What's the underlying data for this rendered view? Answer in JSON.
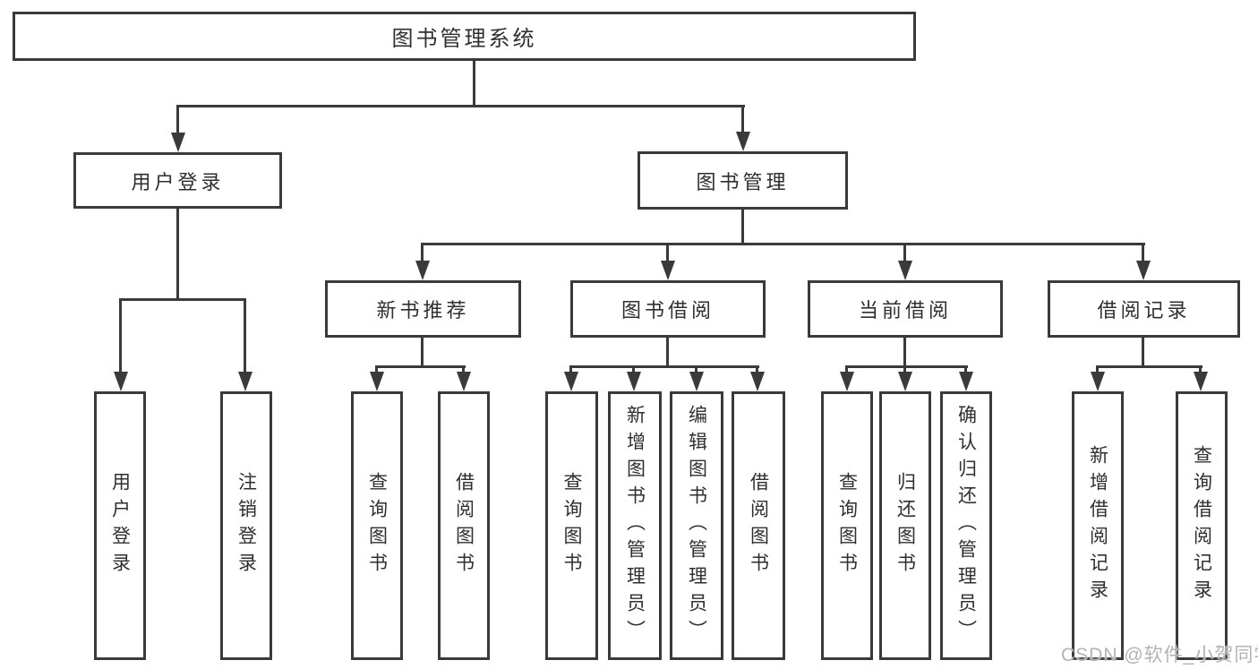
{
  "tree": {
    "root": {
      "label": "图书管理系统"
    },
    "branches": [
      {
        "label": "用户登录",
        "leaves": [
          {
            "label": "用户登录"
          },
          {
            "label": "注销登录"
          }
        ]
      },
      {
        "label": "图书管理",
        "children": [
          {
            "label": "新书推荐",
            "leaves": [
              {
                "label": "查询图书"
              },
              {
                "label": "借阅图书"
              }
            ]
          },
          {
            "label": "图书借阅",
            "leaves": [
              {
                "label": "查询图书"
              },
              {
                "label": "新增图书（管理员）"
              },
              {
                "label": "编辑图书（管理员）"
              },
              {
                "label": "借阅图书"
              }
            ]
          },
          {
            "label": "当前借阅",
            "leaves": [
              {
                "label": "查询图书"
              },
              {
                "label": "归还图书"
              },
              {
                "label": "确认归还（管理员）"
              }
            ]
          },
          {
            "label": "借阅记录",
            "leaves": [
              {
                "label": "新增借阅记录"
              },
              {
                "label": "查询借阅记录"
              }
            ]
          }
        ]
      }
    ]
  },
  "watermark": {
    "text": "CSDN @软件_小贺同学"
  },
  "colors": {
    "line": "#3a3a3a",
    "text": "#2f2f2f",
    "background": "#ffffff",
    "watermark": "#b3b3b3"
  }
}
